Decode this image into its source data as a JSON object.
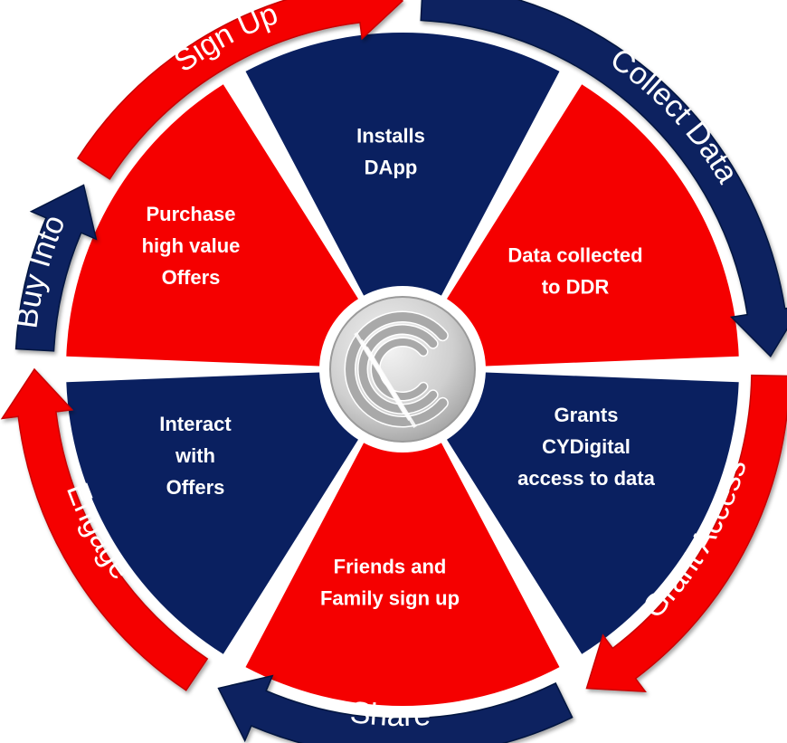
{
  "colors": {
    "navy": "#0a2060",
    "red": "#f50000",
    "red_dark": "#c80000",
    "white": "#ffffff",
    "center_silver": "#c8c8c8"
  },
  "segments": [
    {
      "name": "installs-dapp",
      "color": "navy",
      "lines": [
        "Installs",
        "DApp"
      ]
    },
    {
      "name": "data-collected",
      "color": "red",
      "lines": [
        "Data collected",
        "to DDR"
      ]
    },
    {
      "name": "grants-access",
      "color": "navy",
      "lines": [
        "Grants",
        "CYDigital",
        "access to data"
      ]
    },
    {
      "name": "friends-family",
      "color": "red",
      "lines": [
        "Friends and",
        "Family sign up"
      ]
    },
    {
      "name": "interact-offers",
      "color": "navy",
      "lines": [
        "Interact",
        "with",
        "Offers"
      ]
    },
    {
      "name": "purchase-offers",
      "color": "red",
      "lines": [
        "Purchase",
        "high value",
        "Offers"
      ]
    }
  ],
  "arrows": [
    {
      "name": "sign-up",
      "label": "Sign Up",
      "color": "red"
    },
    {
      "name": "collect-data",
      "label": "Collect Data",
      "color": "navy"
    },
    {
      "name": "grant-access",
      "label": "Grant Access",
      "color": "red"
    },
    {
      "name": "share",
      "label": "Share",
      "color": "navy"
    },
    {
      "name": "engage",
      "label": "Engage",
      "color": "red"
    },
    {
      "name": "buy-into",
      "label": "Buy Into",
      "color": "navy"
    }
  ],
  "center_logo": {
    "icon": "cydigital-c-logo-icon"
  }
}
